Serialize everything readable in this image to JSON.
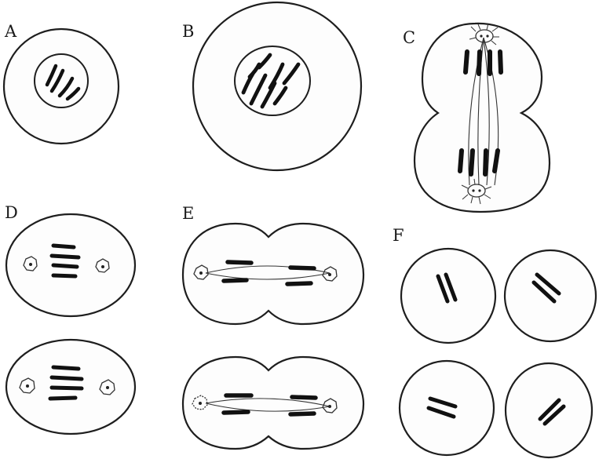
{
  "labels": {
    "a": "A",
    "b": "B",
    "c": "C",
    "d": "D",
    "e": "E",
    "f": "F"
  },
  "colors": {
    "outline": "#1e1e1e",
    "chromosome": "#111111",
    "background": "#ffffff"
  }
}
